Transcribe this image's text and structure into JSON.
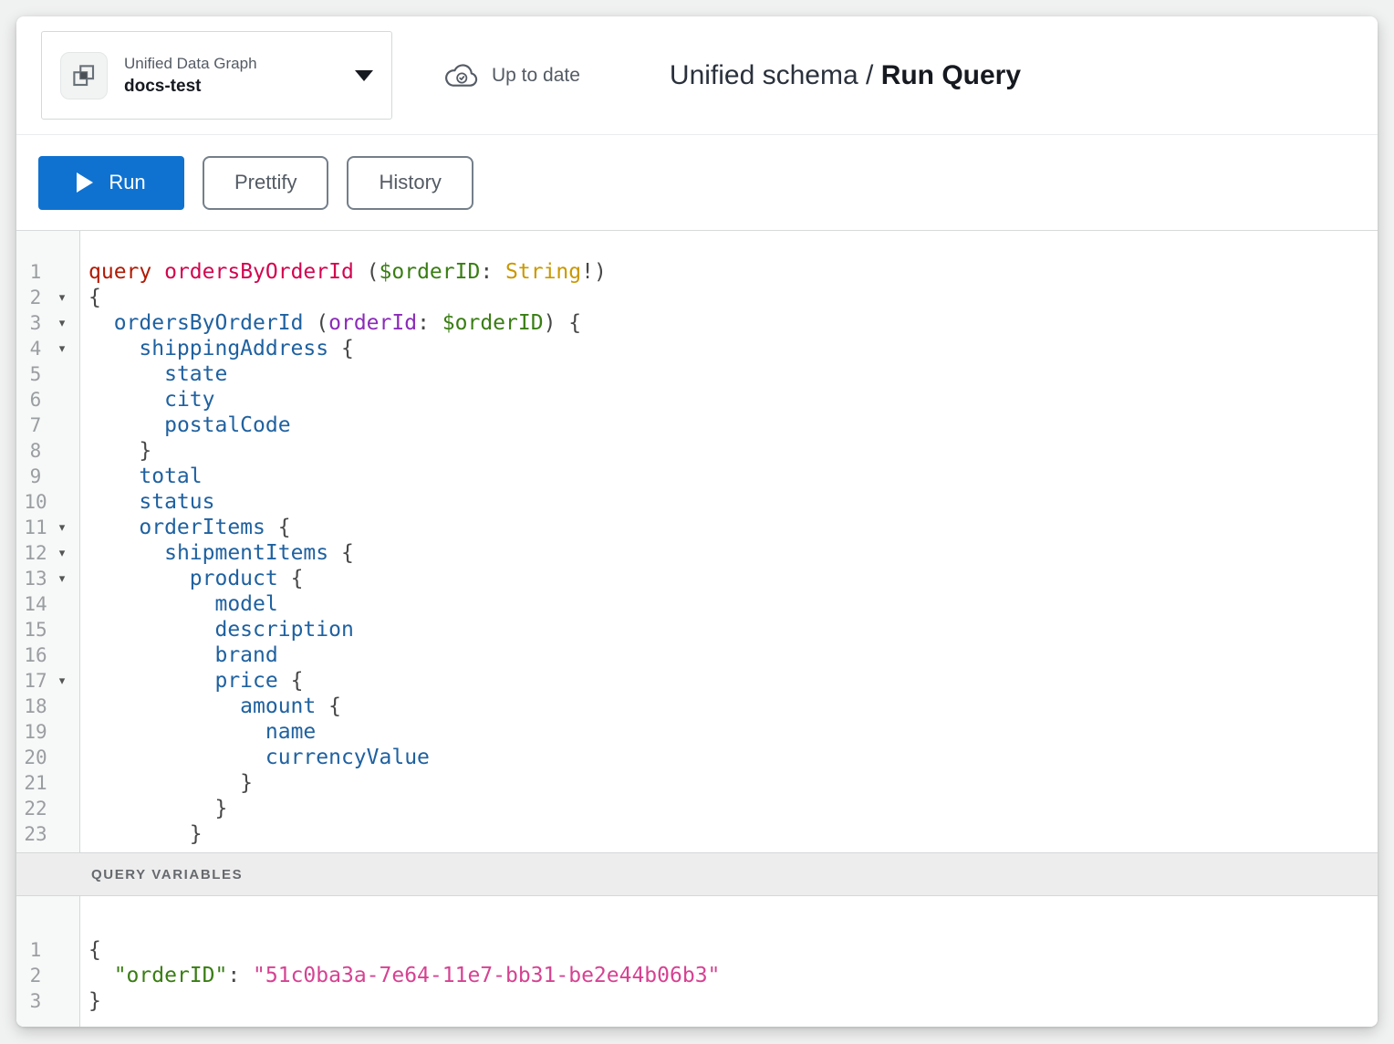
{
  "header": {
    "graph_selector": {
      "type_label": "Unified Data Graph",
      "name": "docs-test"
    },
    "sync_status": "Up to date",
    "title": {
      "section": "Unified schema",
      "separator": " / ",
      "page": "Run Query"
    }
  },
  "toolbar": {
    "run_label": "Run",
    "prettify_label": "Prettify",
    "history_label": "History"
  },
  "colors": {
    "accent_blue": "#0f72d0",
    "token_keyword": "#b11a04",
    "token_definition": "#d2054e",
    "token_property": "#1f61a0",
    "token_argument": "#8b2bb9",
    "token_variable": "#397d13",
    "token_type": "#ca9800",
    "token_string": "#d64292",
    "token_json_key": "#397d13"
  },
  "icons": {
    "graph_icon": "overlapping-squares",
    "sync_icon": "cloud-check",
    "dropdown_icon": "caret-down",
    "run_icon": "play-triangle",
    "fold_icon": "triangle-down"
  },
  "query_editor": {
    "lines": [
      {
        "n": 1,
        "fold": false,
        "toks": [
          [
            "kw",
            "query"
          ],
          [
            "pl",
            " "
          ],
          [
            "def",
            "ordersByOrderId"
          ],
          [
            "pn",
            " ("
          ],
          [
            "var",
            "$orderID"
          ],
          [
            "pn",
            ":"
          ],
          [
            "pl",
            " "
          ],
          [
            "type",
            "String"
          ],
          [
            "pn",
            "!)"
          ]
        ]
      },
      {
        "n": 2,
        "fold": true,
        "toks": [
          [
            "pn",
            "{"
          ]
        ]
      },
      {
        "n": 3,
        "fold": true,
        "toks": [
          [
            "pl",
            "  "
          ],
          [
            "prop",
            "ordersByOrderId"
          ],
          [
            "pn",
            " ("
          ],
          [
            "attr",
            "orderId"
          ],
          [
            "pn",
            ":"
          ],
          [
            "pl",
            " "
          ],
          [
            "var",
            "$orderID"
          ],
          [
            "pn",
            ") {"
          ]
        ]
      },
      {
        "n": 4,
        "fold": true,
        "toks": [
          [
            "pl",
            "    "
          ],
          [
            "prop",
            "shippingAddress"
          ],
          [
            "pn",
            " {"
          ]
        ]
      },
      {
        "n": 5,
        "fold": false,
        "toks": [
          [
            "pl",
            "      "
          ],
          [
            "prop",
            "state"
          ]
        ]
      },
      {
        "n": 6,
        "fold": false,
        "toks": [
          [
            "pl",
            "      "
          ],
          [
            "prop",
            "city"
          ]
        ]
      },
      {
        "n": 7,
        "fold": false,
        "toks": [
          [
            "pl",
            "      "
          ],
          [
            "prop",
            "postalCode"
          ]
        ]
      },
      {
        "n": 8,
        "fold": false,
        "toks": [
          [
            "pl",
            "    "
          ],
          [
            "pn",
            "}"
          ]
        ]
      },
      {
        "n": 9,
        "fold": false,
        "toks": [
          [
            "pl",
            "    "
          ],
          [
            "prop",
            "total"
          ]
        ]
      },
      {
        "n": 10,
        "fold": false,
        "toks": [
          [
            "pl",
            "    "
          ],
          [
            "prop",
            "status"
          ]
        ]
      },
      {
        "n": 11,
        "fold": true,
        "toks": [
          [
            "pl",
            "    "
          ],
          [
            "prop",
            "orderItems"
          ],
          [
            "pn",
            " {"
          ]
        ]
      },
      {
        "n": 12,
        "fold": true,
        "toks": [
          [
            "pl",
            "      "
          ],
          [
            "prop",
            "shipmentItems"
          ],
          [
            "pn",
            " {"
          ]
        ]
      },
      {
        "n": 13,
        "fold": true,
        "toks": [
          [
            "pl",
            "        "
          ],
          [
            "prop",
            "product"
          ],
          [
            "pn",
            " {"
          ]
        ]
      },
      {
        "n": 14,
        "fold": false,
        "toks": [
          [
            "pl",
            "          "
          ],
          [
            "prop",
            "model"
          ]
        ]
      },
      {
        "n": 15,
        "fold": false,
        "toks": [
          [
            "pl",
            "          "
          ],
          [
            "prop",
            "description"
          ]
        ]
      },
      {
        "n": 16,
        "fold": false,
        "toks": [
          [
            "pl",
            "          "
          ],
          [
            "prop",
            "brand"
          ]
        ]
      },
      {
        "n": 17,
        "fold": true,
        "toks": [
          [
            "pl",
            "          "
          ],
          [
            "prop",
            "price"
          ],
          [
            "pn",
            " {"
          ]
        ]
      },
      {
        "n": 18,
        "fold": false,
        "toks": [
          [
            "pl",
            "            "
          ],
          [
            "prop",
            "amount"
          ],
          [
            "pn",
            " {"
          ]
        ]
      },
      {
        "n": 19,
        "fold": false,
        "toks": [
          [
            "pl",
            "              "
          ],
          [
            "prop",
            "name"
          ]
        ]
      },
      {
        "n": 20,
        "fold": false,
        "toks": [
          [
            "pl",
            "              "
          ],
          [
            "prop",
            "currencyValue"
          ]
        ]
      },
      {
        "n": 21,
        "fold": false,
        "toks": [
          [
            "pl",
            "            "
          ],
          [
            "pn",
            "}"
          ]
        ]
      },
      {
        "n": 22,
        "fold": false,
        "toks": [
          [
            "pl",
            "          "
          ],
          [
            "pn",
            "}"
          ]
        ]
      },
      {
        "n": 23,
        "fold": false,
        "toks": [
          [
            "pl",
            "        "
          ],
          [
            "pn",
            "}"
          ]
        ]
      }
    ]
  },
  "variables_section": {
    "title": "QUERY VARIABLES",
    "lines": [
      {
        "n": 1,
        "fold": false,
        "toks": [
          [
            "pn",
            "{"
          ]
        ]
      },
      {
        "n": 2,
        "fold": false,
        "toks": [
          [
            "pl",
            "  "
          ],
          [
            "key",
            "\"orderID\""
          ],
          [
            "pn",
            ":"
          ],
          [
            "pl",
            " "
          ],
          [
            "str",
            "\"51c0ba3a-7e64-11e7-bb31-be2e44b06b3\""
          ]
        ]
      },
      {
        "n": 3,
        "fold": false,
        "toks": [
          [
            "pn",
            "}"
          ]
        ]
      }
    ]
  }
}
